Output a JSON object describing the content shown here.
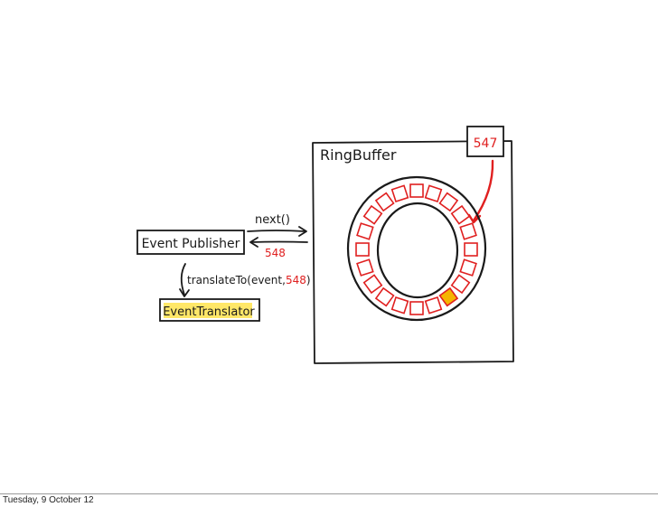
{
  "ring_buffer": {
    "title": "RingBuffer",
    "sequence_label": "547",
    "slot_count": 20,
    "highlighted_slot": 8,
    "slot_color": "#e02020",
    "highlight_color": "#f5b400"
  },
  "publisher": {
    "label": "Event Publisher"
  },
  "translator": {
    "label": "EventTranslator",
    "highlight_color": "#ffe34d"
  },
  "arrows": {
    "next_call": "next()",
    "returned_sequence": "548",
    "translate_call_prefix": "translateTo(event,",
    "translate_call_sequence": "548",
    "translate_call_suffix": ")"
  },
  "footer": {
    "date": "Tuesday, 9 October 12"
  },
  "colors": {
    "ink": "#1a1a1a",
    "accent_red": "#e02020",
    "footer_rule": "#9a9a9a"
  }
}
